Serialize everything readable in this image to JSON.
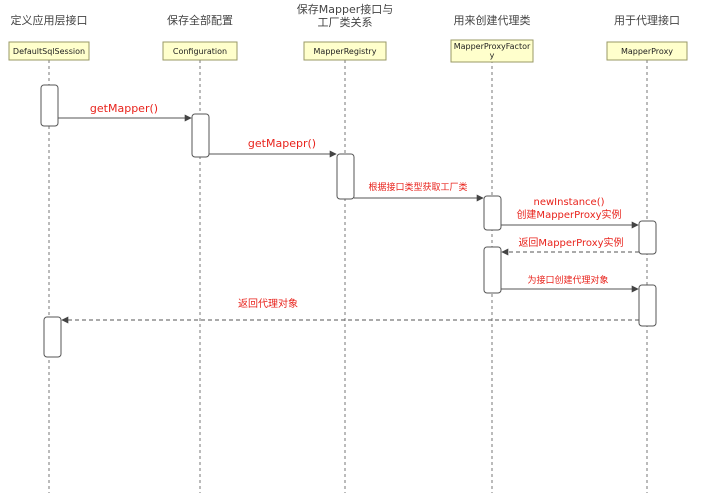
{
  "colors": {
    "participant_fill": "#ffffcc",
    "participant_stroke": "#999966",
    "lifeline": "#777777",
    "activation_fill": "#ffffff",
    "activation_stroke": "#555555",
    "arrow": "#555555",
    "message_text": "#e8231c",
    "role_text": "#444444"
  },
  "participants": [
    {
      "id": "p0",
      "role": "定义应用层接口",
      "name": "DefaultSqlSession"
    },
    {
      "id": "p1",
      "role": "保存全部配置",
      "name": "Configuration"
    },
    {
      "id": "p2",
      "role_line1": "保存Mapper接口与",
      "role_line2": "工厂类关系",
      "name": "MapperRegistry"
    },
    {
      "id": "p3",
      "role": "用来创建代理类",
      "name_line1": "MapperProxyFactor",
      "name_line2": "y"
    },
    {
      "id": "p4",
      "role": "用于代理接口",
      "name": "MapperProxy"
    }
  ],
  "messages": [
    {
      "id": "m1",
      "from": "p0",
      "to": "p1",
      "type": "call",
      "label": "getMapper()"
    },
    {
      "id": "m2",
      "from": "p1",
      "to": "p2",
      "type": "call",
      "label": "getMapepr()"
    },
    {
      "id": "m3",
      "from": "p2",
      "to": "p3",
      "type": "call",
      "label": "根据接口类型获取工厂类"
    },
    {
      "id": "m4",
      "from": "p3",
      "to": "p4",
      "type": "call",
      "label_line1": "newInstance()",
      "label_line2": "创建MapperProxy实例"
    },
    {
      "id": "m5",
      "from": "p4",
      "to": "p3",
      "type": "return",
      "label": "返回MapperProxy实例"
    },
    {
      "id": "m6",
      "from": "p3",
      "to": "p4",
      "type": "call",
      "label": "为接口创建代理对象"
    },
    {
      "id": "m7",
      "from": "p4",
      "to": "p0",
      "type": "return",
      "label": "返回代理对象"
    }
  ]
}
